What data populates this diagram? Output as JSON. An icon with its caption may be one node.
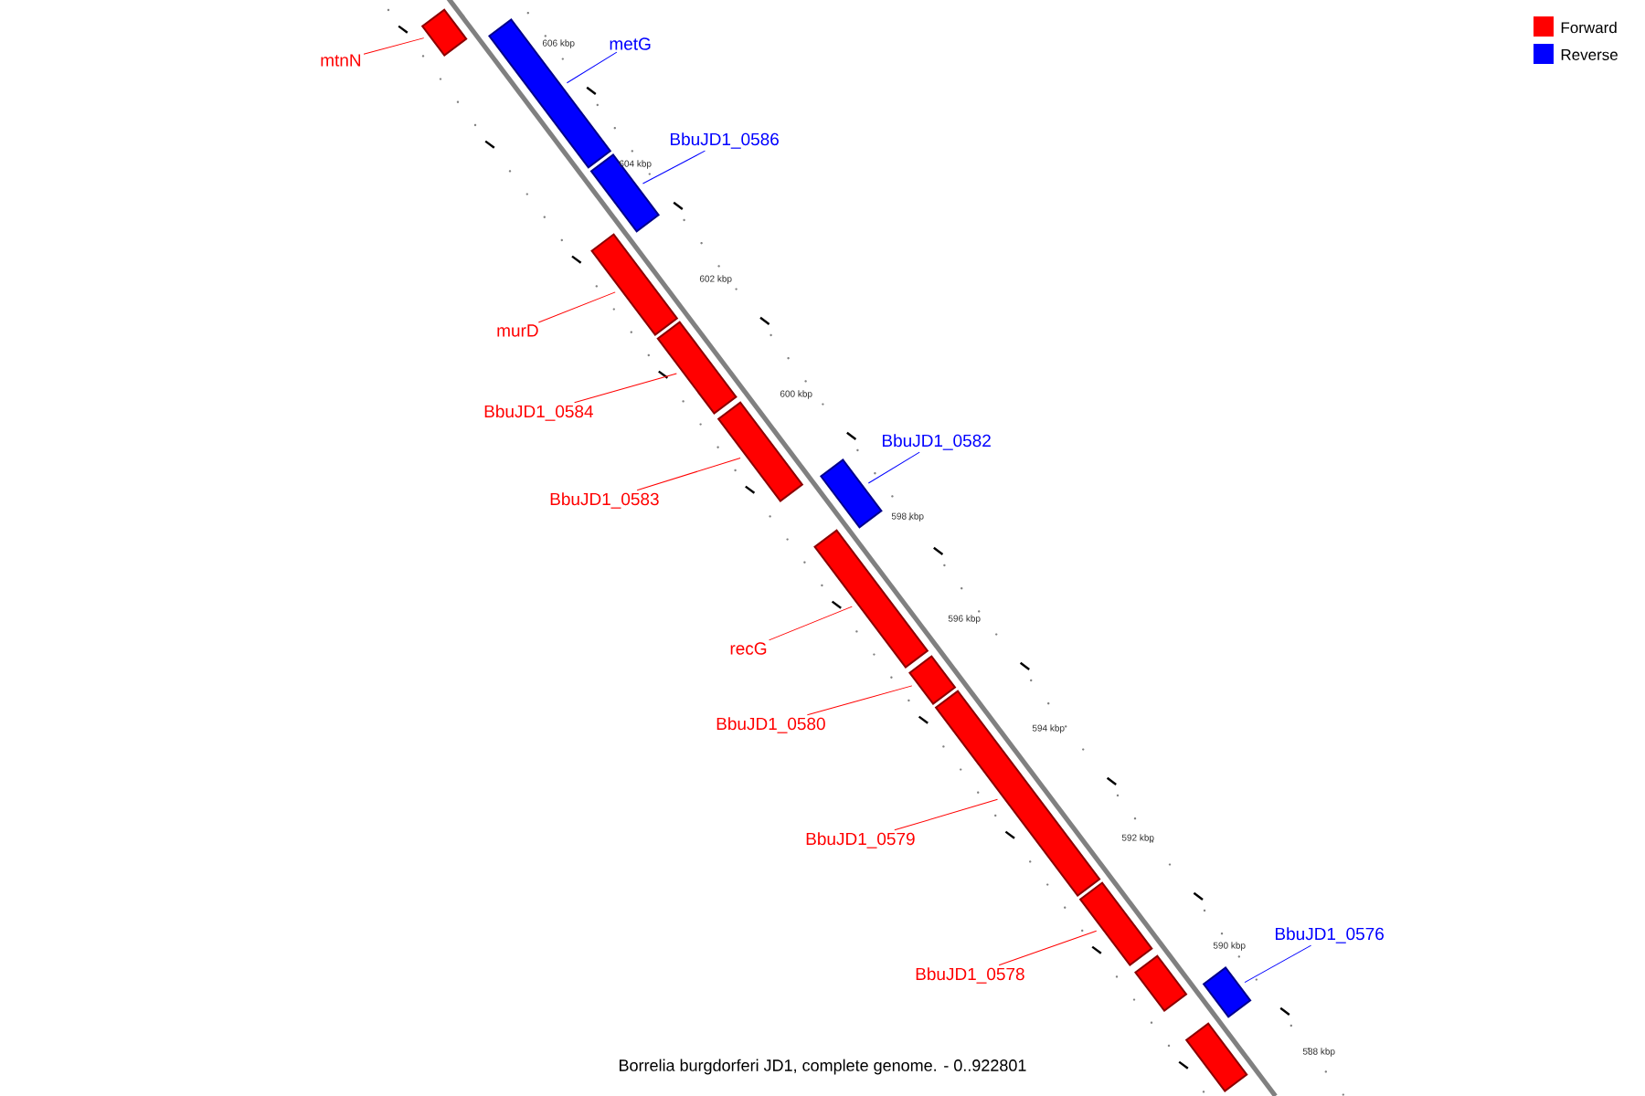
{
  "diagram": {
    "caption": "Borrelia burgdorferi JD1, complete genome. - 0..922801",
    "nodes": [
      {
        "text": [
          "mtnN"
        ]
      },
      {
        "text": [],
        "shape": "bar"
      },
      {
        "text": [
          "metG"
        ]
      },
      {
        "text": [],
        "shape": "bar"
      },
      {
        "text": [
          "BbuJD1_0586"
        ]
      },
      {
        "text": [],
        "shape": "bar"
      },
      {
        "text": [
          "murD"
        ]
      },
      {
        "text": [],
        "shape": "bar"
      },
      {
        "text": [
          "BbuJD1_0584"
        ]
      },
      {
        "text": [],
        "shape": "bar"
      },
      {
        "text": [
          "BbuJD1_0583"
        ]
      },
      {
        "text": [],
        "shape": "bar"
      },
      {
        "text": [
          "BbuJD1_0582"
        ]
      },
      {
        "text": [],
        "shape": "bar"
      },
      {
        "text": [
          "recG"
        ]
      },
      {
        "text": [],
        "shape": "bar"
      },
      {
        "text": [
          "BbuJD1_0580"
        ]
      },
      {
        "text": [],
        "shape": "bar"
      },
      {
        "text": [
          "BbuJD1_0579"
        ]
      },
      {
        "text": [],
        "shape": "bar"
      },
      {
        "text": [
          "BbuJD1_0578"
        ]
      },
      {
        "text": [],
        "shape": "bar"
      },
      {
        "text": [],
        "shape": "bar"
      },
      {
        "text": [
          "BbuJD1_0576"
        ]
      },
      {
        "text": [],
        "shape": "bar"
      },
      {
        "text": [],
        "shape": "bar"
      }
    ],
    "edges": [
      {
        "from": 0,
        "to": 1,
        "arrow": "none"
      },
      {
        "from": 2,
        "to": 3,
        "arrow": "none",
        "color": "#0000ff"
      },
      {
        "from": 4,
        "to": 5,
        "arrow": "none",
        "color": "#0000ff"
      },
      {
        "from": 6,
        "to": 7,
        "arrow": "none"
      },
      {
        "from": 8,
        "to": 9,
        "arrow": "none"
      },
      {
        "from": 10,
        "to": 11,
        "arrow": "none"
      },
      {
        "from": 12,
        "to": 13,
        "arrow": "none",
        "color": "#0000ff"
      },
      {
        "from": 14,
        "to": 15,
        "arrow": "none"
      },
      {
        "from": 16,
        "to": 17,
        "arrow": "none"
      },
      {
        "from": 18,
        "to": 19,
        "arrow": "none"
      },
      {
        "from": 20,
        "to": 21,
        "arrow": "none"
      },
      {
        "from": 23,
        "to": 24,
        "arrow": "none",
        "color": "#0000ff"
      }
    ],
    "labels": [
      "606 kbp",
      "604 kbp",
      "602 kbp",
      "600 kbp",
      "598 kbp",
      "596 kbp",
      "594 kbp",
      "592 kbp",
      "590 kbp",
      "588 kbp"
    ],
    "legend": [
      {
        "text": "Forward",
        "color": "#ff0000"
      },
      {
        "text": "Reverse",
        "color": "#0000ff"
      }
    ]
  }
}
